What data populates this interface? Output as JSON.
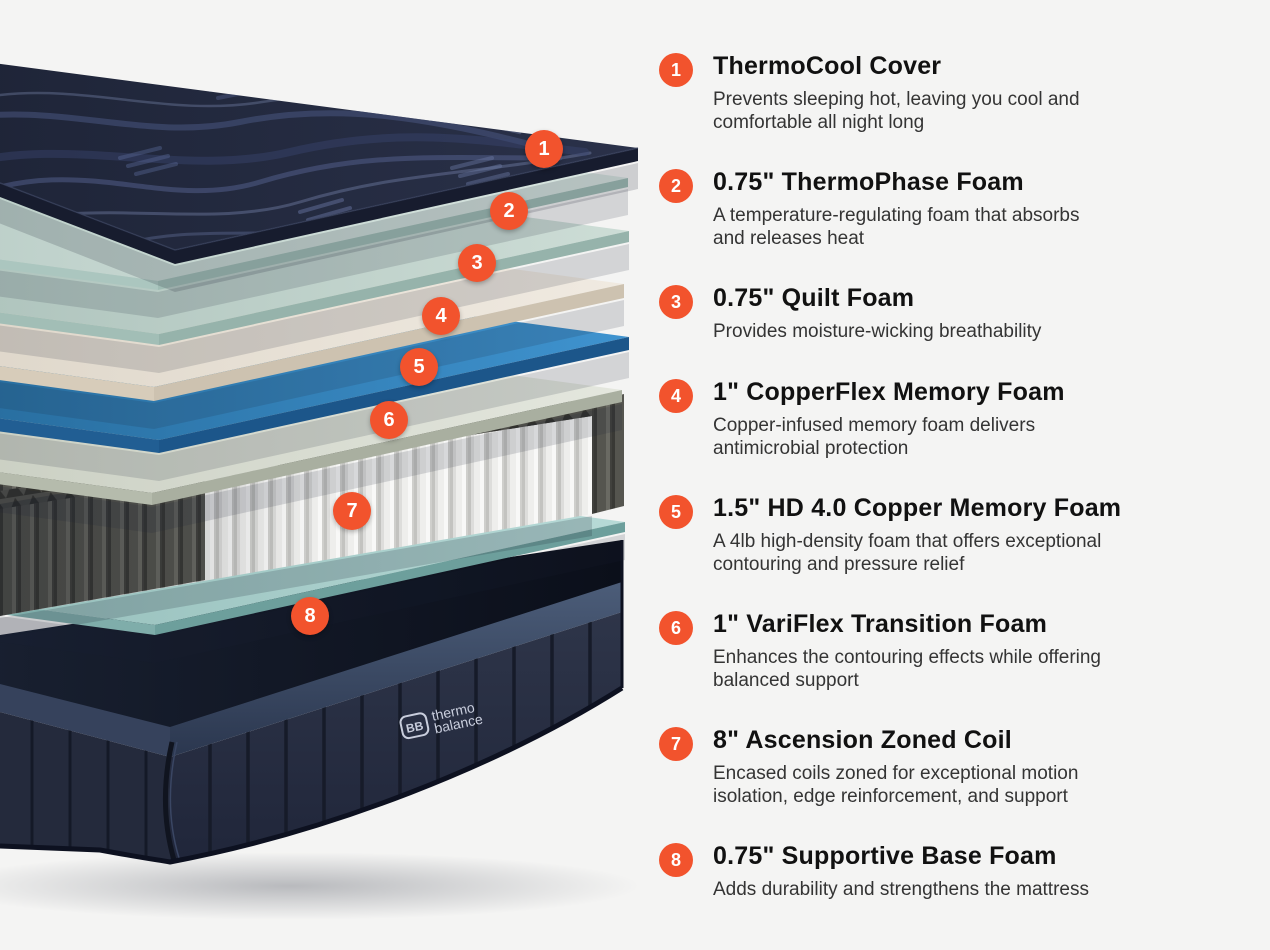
{
  "colors": {
    "accent": "#F2532D",
    "background": "#F4F4F3",
    "cover_navy": "#232A3E",
    "foam_mint": "#CBDCD6",
    "foam_green": "#B9CEC7",
    "foam_cream": "#E9E3D9",
    "foam_blue": "#3585C2",
    "foam_gray_green": "#DDE1D6",
    "foam_teal": "#A5CCC9",
    "coil_white": "#EEEEEC",
    "coil_gray": "#55554F",
    "base_navy": "#262D3F"
  },
  "brand": {
    "abbr": "BB",
    "name_line1": "thermo",
    "name_line2": "balance"
  },
  "layers": [
    {
      "number": "1",
      "title": "ThermoCool Cover",
      "description": "Prevents sleeping hot, leaving you cool and\ncomfortable all night long"
    },
    {
      "number": "2",
      "title": "0.75\" ThermoPhase Foam",
      "description": "A temperature-regulating foam that absorbs\nand releases heat"
    },
    {
      "number": "3",
      "title": "0.75\" Quilt Foam",
      "description": "Provides moisture-wicking breathability"
    },
    {
      "number": "4",
      "title": "1\" CopperFlex Memory Foam",
      "description": "Copper-infused memory foam delivers\nantimicrobial protection"
    },
    {
      "number": "5",
      "title": "1.5\" HD 4.0 Copper Memory Foam",
      "description": "A 4lb high-density foam that offers exceptional\ncontouring and pressure relief"
    },
    {
      "number": "6",
      "title": "1\" VariFlex Transition Foam",
      "description": "Enhances the contouring effects while offering\nbalanced support"
    },
    {
      "number": "7",
      "title": "8\" Ascension Zoned Coil",
      "description": "Encased coils zoned for exceptional motion\nisolation, edge reinforcement, and support"
    },
    {
      "number": "8",
      "title": "0.75\" Supportive Base Foam",
      "description": "Adds durability and strengthens the mattress"
    }
  ]
}
